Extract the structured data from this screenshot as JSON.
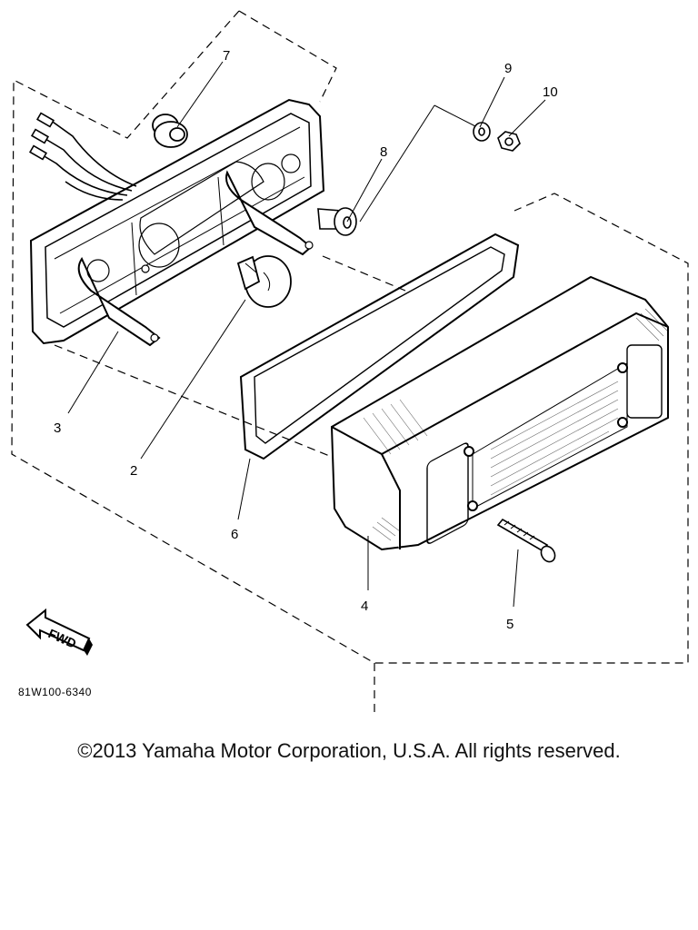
{
  "diagram": {
    "callouts": [
      {
        "id": "1",
        "label": "2"
      },
      {
        "id": "2",
        "label": "3"
      },
      {
        "id": "3",
        "label": "4"
      },
      {
        "id": "4",
        "label": "5"
      },
      {
        "id": "5",
        "label": "6"
      },
      {
        "id": "6",
        "label": "7"
      },
      {
        "id": "7",
        "label": "8"
      },
      {
        "id": "8",
        "label": "9"
      },
      {
        "id": "9",
        "label": "10"
      }
    ],
    "fwd_label": "FWD",
    "diagram_code": "81W100-6340"
  },
  "footer": {
    "copyright": "©2013 Yamaha Motor Corporation, U.S.A. All rights reserved."
  },
  "colors": {
    "line": "#000000",
    "background": "#ffffff"
  }
}
